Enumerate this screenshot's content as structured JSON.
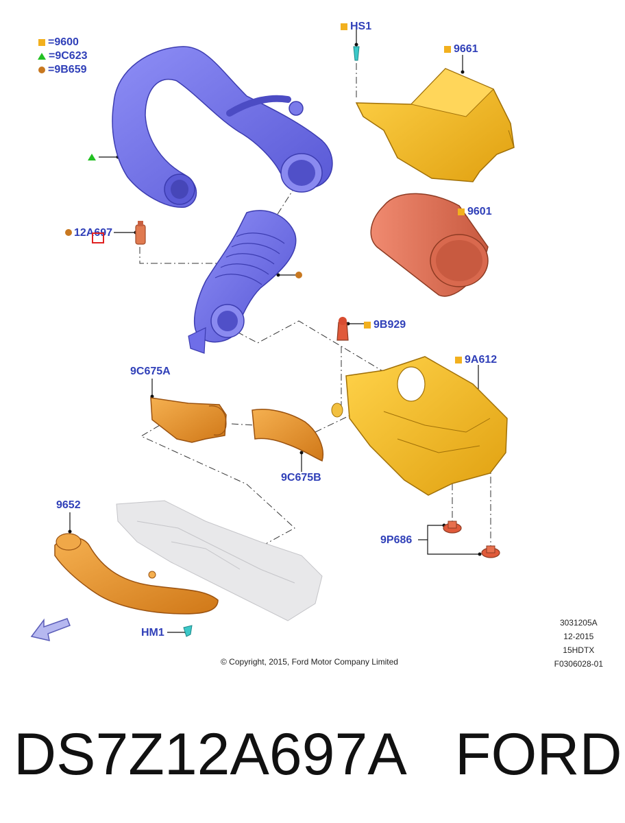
{
  "colors": {
    "label": "#2f3fb8",
    "key_square": "#f2b01e",
    "key_triangle": "#22c022",
    "key_circle": "#c87820",
    "duct_blue": "#6f6ee8",
    "housing_yellow": "#f2b41c",
    "filter_red": "#e06a4e",
    "orange_part": "#e48a28",
    "cyan_clip": "#3cc8c8",
    "highlight_box": "#e02020"
  },
  "legend": [
    {
      "marker": "square",
      "text": "=9600"
    },
    {
      "marker": "triangle",
      "text": "=9C623"
    },
    {
      "marker": "circle",
      "text": "=9B659"
    }
  ],
  "callouts": {
    "hs1": "HS1",
    "p9661": "9661",
    "p9601": "9601",
    "p12a697": "12A697",
    "p9b929": "9B929",
    "p9a612": "9A612",
    "p9c675a": "9C675A",
    "p9c675b": "9C675B",
    "p9652": "9652",
    "p9p686": "9P686",
    "hm1": "HM1"
  },
  "meta": {
    "line1": "3031205A",
    "line2": "12-2015",
    "line3": "15HDTX",
    "line4": "F0306028-01"
  },
  "copyright": "© Copyright, 2015, Ford Motor Company Limited",
  "footer": {
    "part_number": "DS7Z12A697A",
    "brand": "FORD"
  },
  "icons": {
    "direction": "front-direction-arrow-icon"
  }
}
